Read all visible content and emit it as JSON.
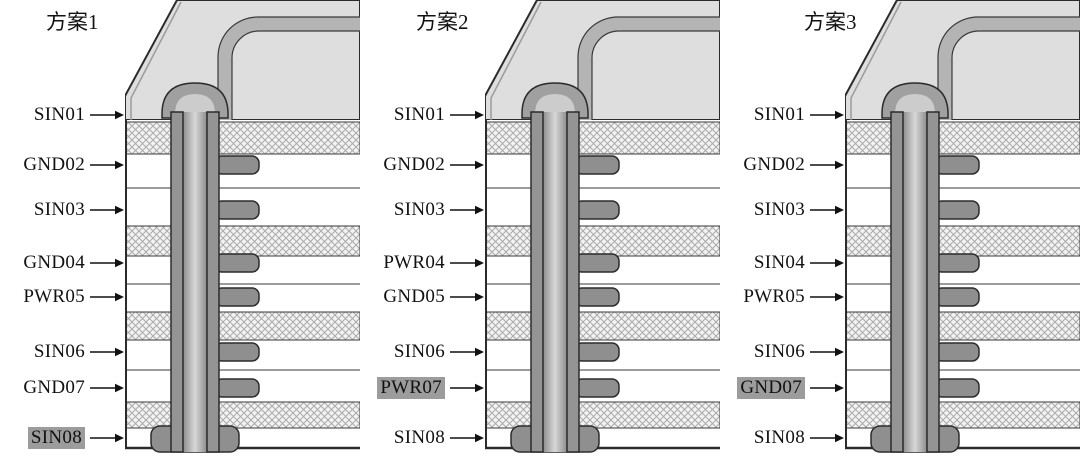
{
  "figure": {
    "description": "Three PCB 8-layer via stackup scheme cross-sections",
    "colors": {
      "background": "#ffffff",
      "label_text": "#111111",
      "highlight_bg": "#9c9c9c",
      "board_top_fill": "#dedede",
      "dielectric_hatch": "#aaaaaa",
      "copper_fill": "#8f8f8f",
      "outline": "#2b2b2b"
    }
  },
  "panels": [
    {
      "title": "方案1",
      "labels": [
        {
          "text": "SIN01",
          "highlight": false
        },
        {
          "text": "GND02",
          "highlight": false
        },
        {
          "text": "SIN03",
          "highlight": false
        },
        {
          "text": "GND04",
          "highlight": false
        },
        {
          "text": "PWR05",
          "highlight": false
        },
        {
          "text": "SIN06",
          "highlight": false
        },
        {
          "text": "GND07",
          "highlight": false
        },
        {
          "text": "SIN08",
          "highlight": true
        }
      ]
    },
    {
      "title": "方案2",
      "labels": [
        {
          "text": "SIN01",
          "highlight": false
        },
        {
          "text": "GND02",
          "highlight": false
        },
        {
          "text": "SIN03",
          "highlight": false
        },
        {
          "text": "PWR04",
          "highlight": false
        },
        {
          "text": "GND05",
          "highlight": false
        },
        {
          "text": "SIN06",
          "highlight": false
        },
        {
          "text": "PWR07",
          "highlight": true
        },
        {
          "text": "SIN08",
          "highlight": false
        }
      ]
    },
    {
      "title": "方案3",
      "labels": [
        {
          "text": "SIN01",
          "highlight": false
        },
        {
          "text": "GND02",
          "highlight": false
        },
        {
          "text": "SIN03",
          "highlight": false
        },
        {
          "text": "SIN04",
          "highlight": false
        },
        {
          "text": "PWR05",
          "highlight": false
        },
        {
          "text": "SIN06",
          "highlight": false
        },
        {
          "text": "GND07",
          "highlight": true
        },
        {
          "text": "SIN08",
          "highlight": false
        }
      ]
    }
  ]
}
